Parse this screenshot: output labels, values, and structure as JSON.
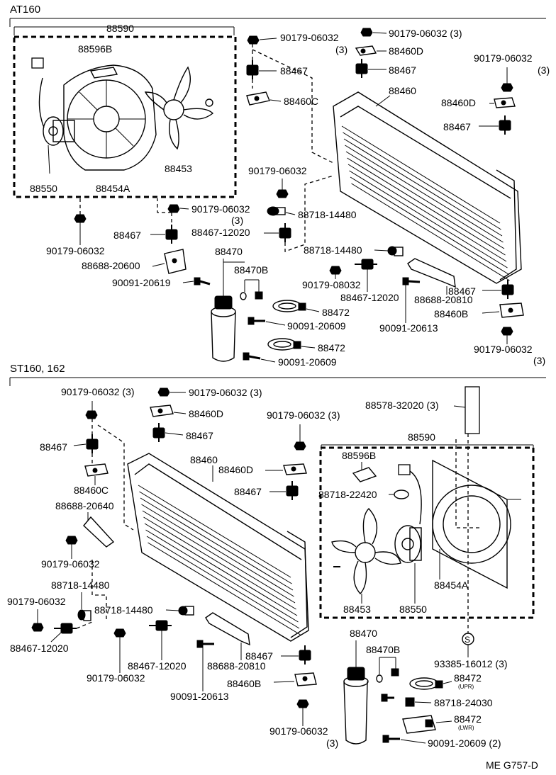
{
  "sections": {
    "top": "AT160",
    "bottom": "ST160, 162"
  },
  "doc_code": "ME G757-D",
  "labels": {
    "t_88590": "88590",
    "t_88596B": "88596B",
    "t_88550": "88550",
    "t_88454A": "88454A",
    "t_88453": "88453",
    "t_90179_06032_a": "90179-06032",
    "t_90179_06032_b": "90179-06032 (3)",
    "t_3_a": "(3)",
    "t_88460D_a": "88460D",
    "t_88467_a": "88467",
    "t_88467_b": "88467",
    "t_90179_06032_c": "90179-06032",
    "t_3_b": "(3)",
    "t_88460C_a": "88460C",
    "t_88460_a": "88460",
    "t_88460D_b": "88460D",
    "t_88467_c": "88467",
    "t_90179_06032_d": "90179-06032",
    "t_90179_06032_e": "90179-06032",
    "t_3_c": "(3)",
    "t_88718_14480_a": "88718-14480",
    "t_88467_12020_a": "88467-12020",
    "t_90179_06032_f": "90179-06032",
    "t_88467_d": "88467",
    "t_88470_a": "88470",
    "t_88470B_a": "88470B",
    "t_88688_20600": "88688-20600",
    "t_90091_20619": "90091-20619",
    "t_88718_14480_b": "88718-14480",
    "t_90179_08032": "90179-08032",
    "t_88467_12020_b": "88467-12020",
    "t_88688_20810_a": "88688-20810",
    "t_88467_e": "88467",
    "t_88460B_a": "88460B",
    "t_88472_a": "88472",
    "t_90091_20609_a": "90091-20609",
    "t_90091_20613_a": "90091-20613",
    "t_88472_b": "88472",
    "t_90091_20609_b": "90091-20609",
    "t_90179_06032_g": "90179-06032",
    "t_3_d": "(3)",
    "b_90179_06032_a": "90179-06032 (3)",
    "b_90179_06032_b": "90179-06032 (3)",
    "b_88460D_a": "88460D",
    "b_88467_a": "88467",
    "b_90179_06032_c": "90179-06032 (3)",
    "b_88578_32020": "88578-32020 (3)",
    "b_88467_b": "88467",
    "b_88460": "88460",
    "b_88460D_b": "88460D",
    "b_88590": "88590",
    "b_88596B": "88596B",
    "b_88460C": "88460C",
    "b_88467_c": "88467",
    "b_88718_22420": "88718-22420",
    "b_88688_20640": "88688-20640",
    "b_90179_06032_d": "90179-06032",
    "b_88718_14480_a": "88718-14480",
    "b_90179_06032_e": "90179-06032",
    "b_88718_14480_b": "88718-14480",
    "b_88467_12020_a": "88467-12020",
    "b_88467_12020_b": "88467-12020",
    "b_88688_20810": "88688-20810",
    "b_88467_d": "88467",
    "b_88460B": "88460B",
    "b_90179_06032_f": "90179-06032",
    "b_90091_20613": "90091-20613",
    "b_88453": "88453",
    "b_88550": "88550",
    "b_88454A": "88454A",
    "b_S": "S",
    "b_93385_16012": "93385-16012 (3)",
    "b_88470": "88470",
    "b_88470B": "88470B",
    "b_88472_a": "88472",
    "b_upr": "(UPR)",
    "b_88718_24030": "88718-24030",
    "b_88472_b": "88472",
    "b_lwr": "(LWR)",
    "b_90091_20609": "90091-20609 (2)",
    "b_90179_06032_g": "90179-06032",
    "b_3": "(3)"
  }
}
